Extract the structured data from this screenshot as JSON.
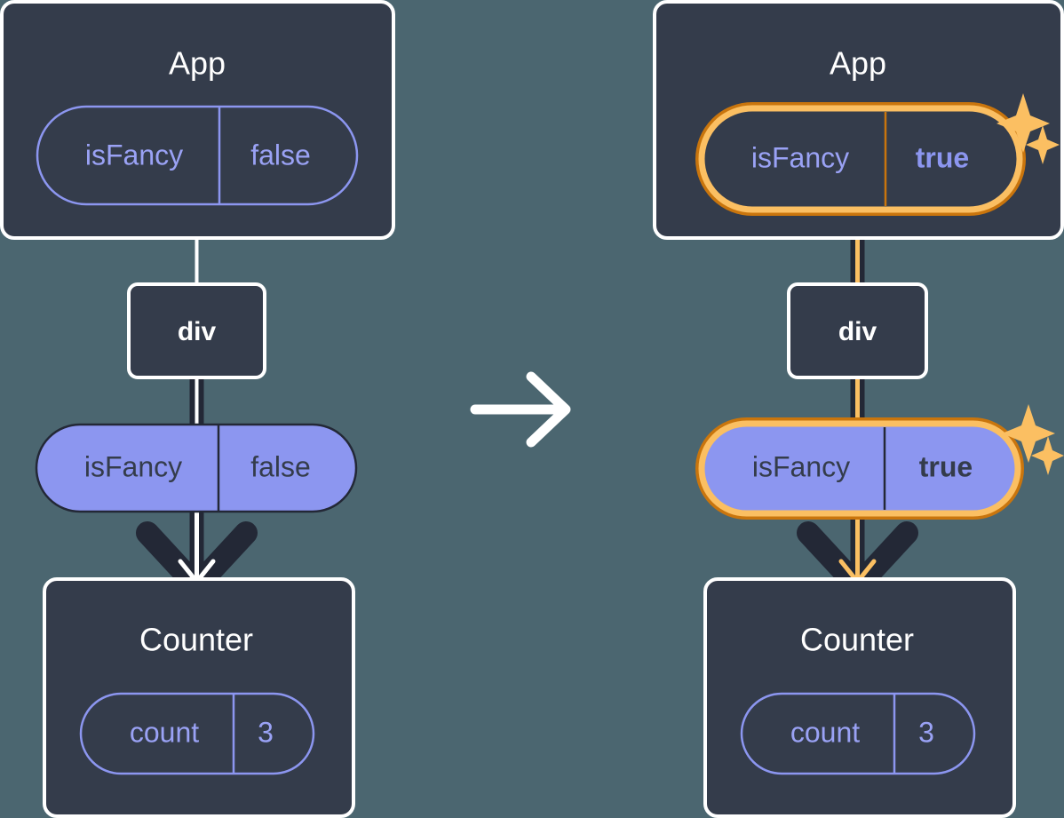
{
  "colors": {
    "background": "#4b6670",
    "panel": "#343c4b",
    "panel_border": "#ffffff",
    "purple": "#8c96f0",
    "purple_text": "#9aa2f5",
    "dark_text": "#343c4b",
    "highlight_outer": "#c9750d",
    "highlight_inner": "#fbbf62",
    "arrow_dark": "#232836",
    "arrow_light": "#ffffff",
    "sparkle": "#fbbf62"
  },
  "diagram": {
    "title_before": "",
    "title_after": "",
    "transition_arrow": "arrow-right"
  },
  "before": {
    "app": {
      "title": "App",
      "state": {
        "name": "isFancy",
        "value": "false",
        "style": "outline",
        "highlighted": false
      }
    },
    "div": {
      "label": "div"
    },
    "prop": {
      "name": "isFancy",
      "value": "false",
      "style": "filled",
      "highlighted": false
    },
    "counter": {
      "title": "Counter",
      "state": {
        "name": "count",
        "value": "3",
        "style": "outline",
        "highlighted": false
      }
    }
  },
  "after": {
    "app": {
      "title": "App",
      "state": {
        "name": "isFancy",
        "value": "true",
        "style": "outline",
        "highlighted": true
      }
    },
    "div": {
      "label": "div"
    },
    "prop": {
      "name": "isFancy",
      "value": "true",
      "style": "filled",
      "highlighted": true
    },
    "counter": {
      "title": "Counter",
      "state": {
        "name": "count",
        "value": "3",
        "style": "outline",
        "highlighted": false
      }
    }
  }
}
